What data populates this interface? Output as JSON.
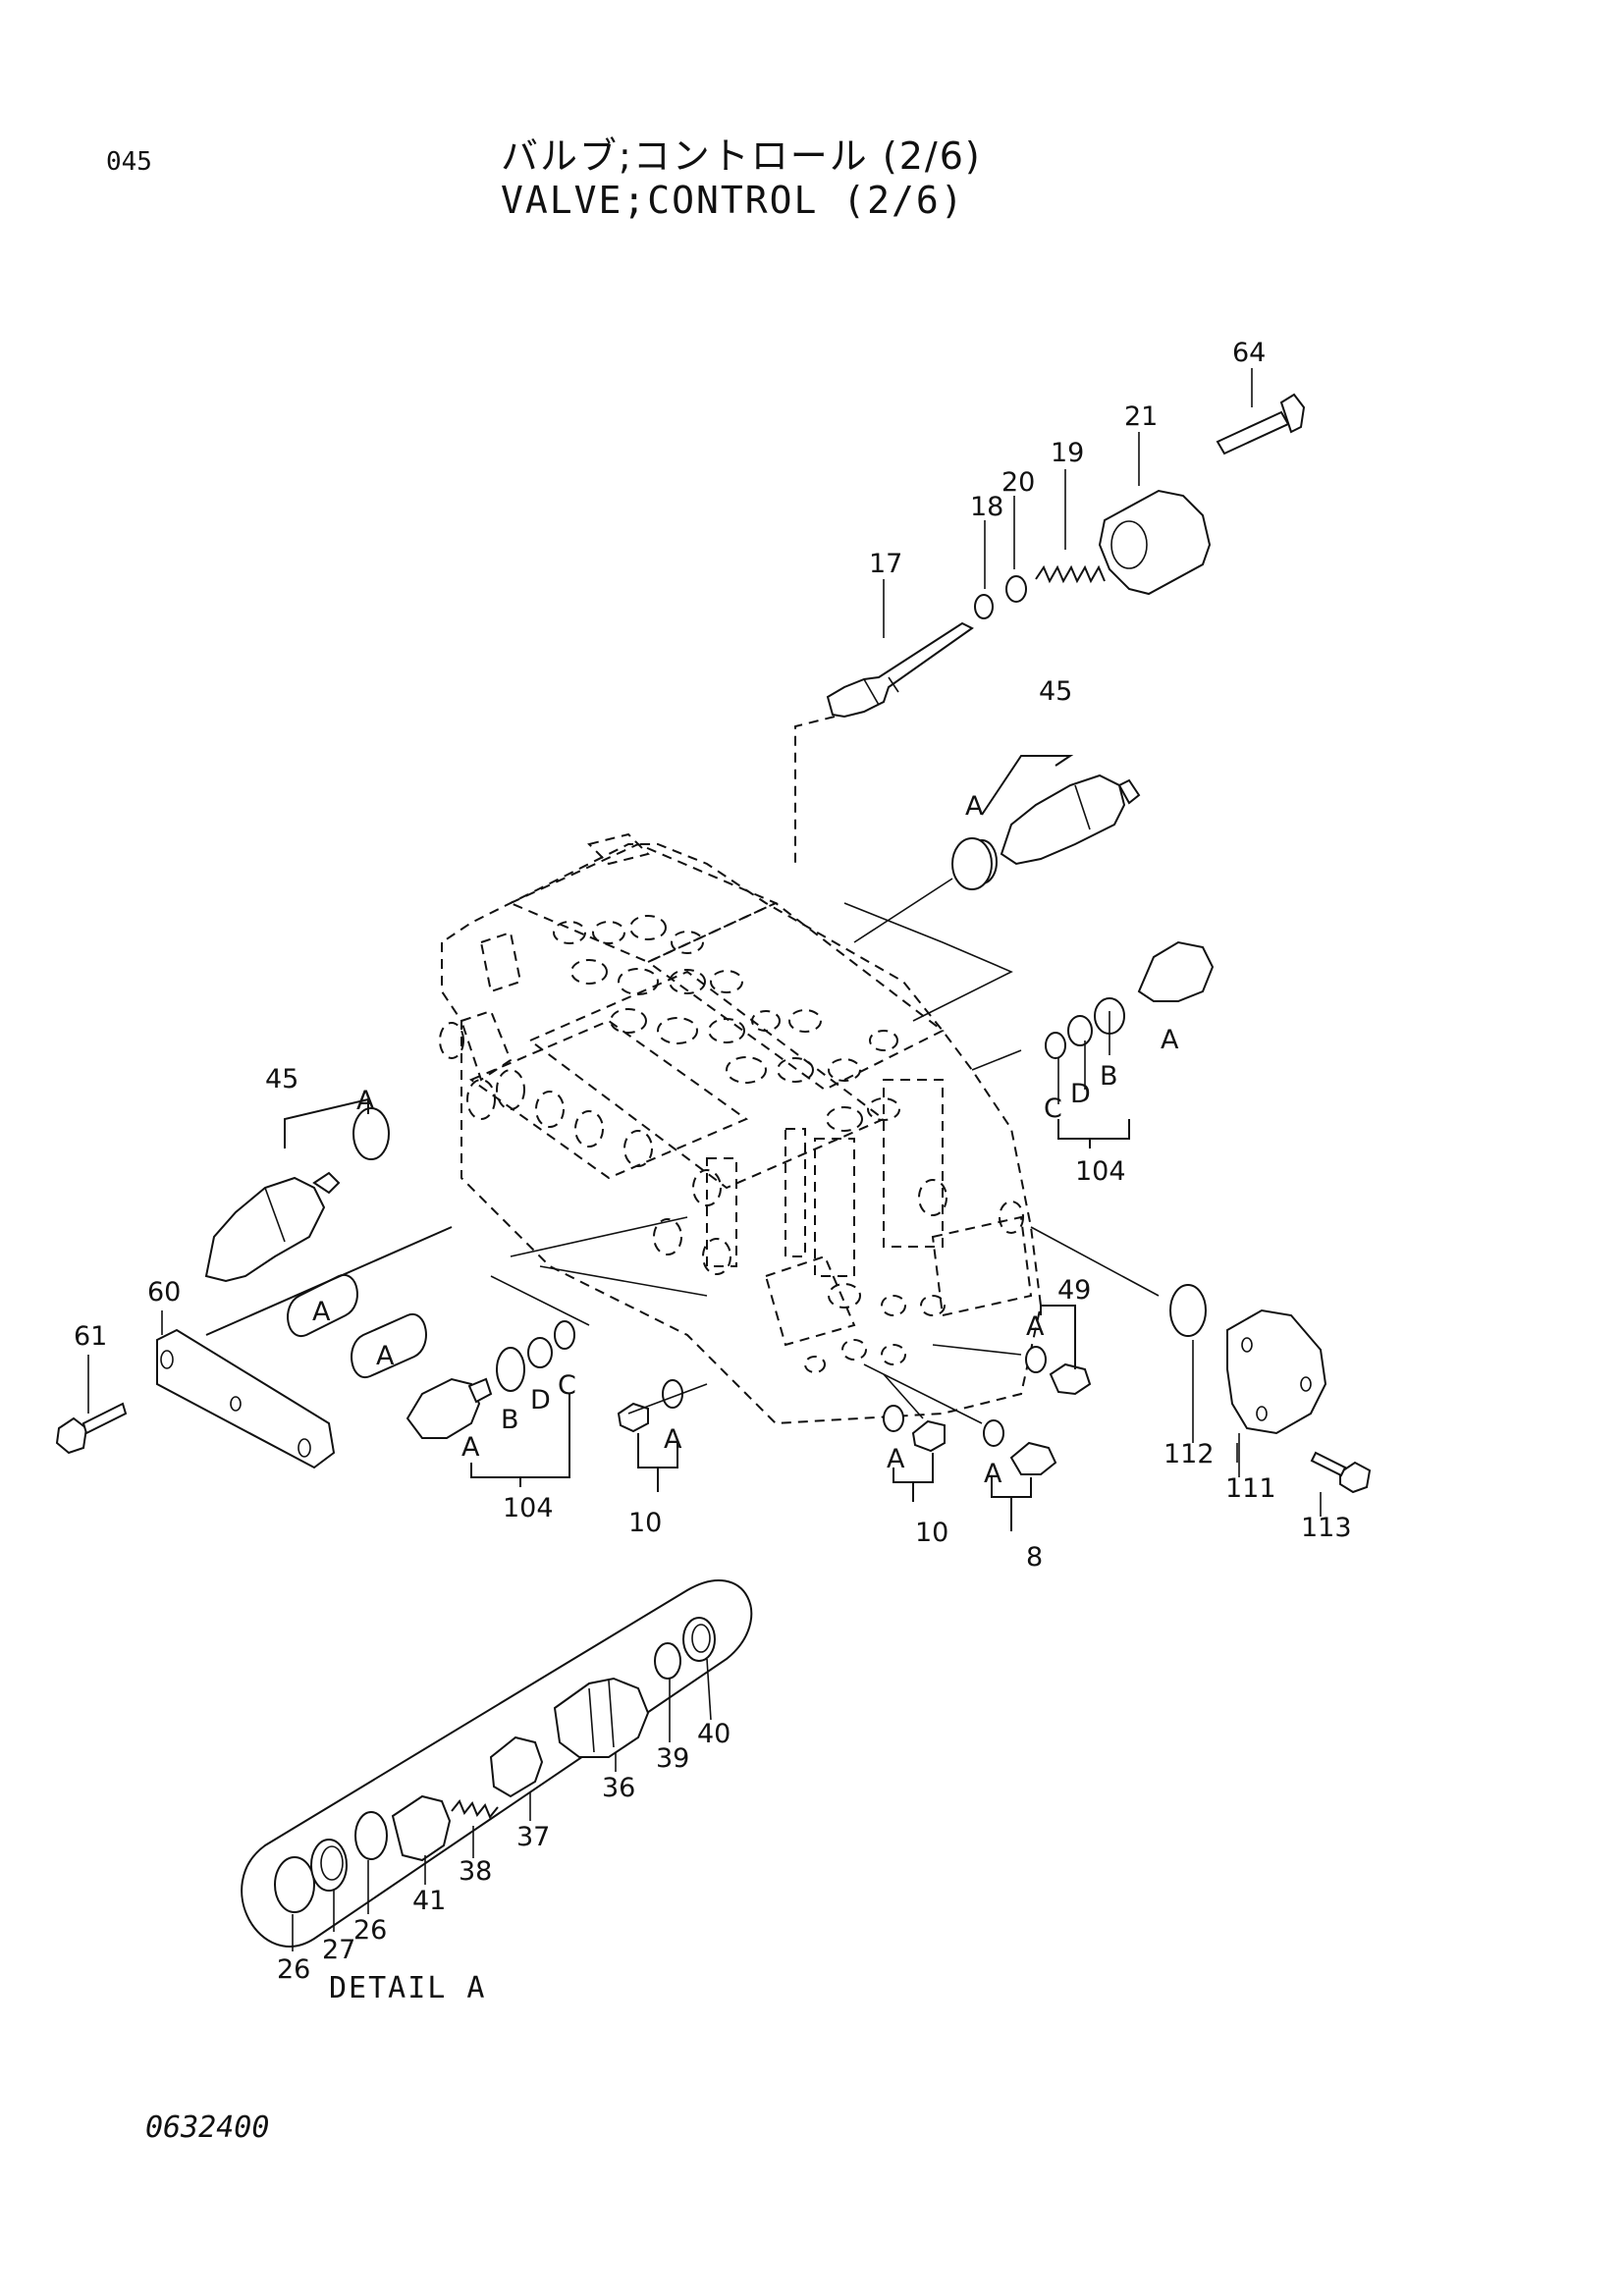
{
  "header": {
    "page_number": "045",
    "title_jp": "バルブ;コントロール (2/6)",
    "title_en": "VALVE;CONTROL (2/6)"
  },
  "detail_label": "DETAIL A",
  "drawing_number": "0632400",
  "callouts": {
    "p64": "64",
    "p21": "21",
    "p19": "19",
    "p20": "20",
    "p18": "18",
    "p17": "17",
    "p45_top": "45",
    "p45_left": "45",
    "p60": "60",
    "p61": "61",
    "p104_right": "104",
    "p104_left": "104",
    "p49": "49",
    "p112": "112",
    "p111": "111",
    "p113": "113",
    "p10_left": "10",
    "p10_right": "10",
    "p8": "8",
    "p26_a": "26",
    "p27": "27",
    "p26_b": "26",
    "p41": "41",
    "p38": "38",
    "p37": "37",
    "p36": "36",
    "p39": "39",
    "p40": "40"
  },
  "letter_marks": {
    "a": "A",
    "b": "B",
    "c": "C",
    "d": "D"
  }
}
